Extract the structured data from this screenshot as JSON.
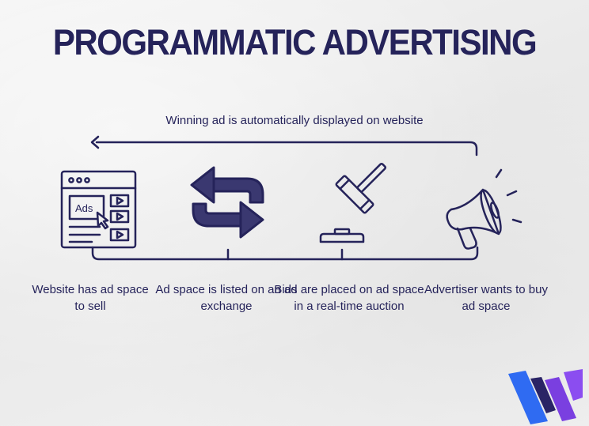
{
  "title": "PROGRAMMATIC ADVERTISING",
  "loop_label": "Winning ad is automatically displayed on website",
  "steps": [
    {
      "label": "Website has ad space to sell",
      "icon": "website-ads-icon",
      "ads_text": "Ads"
    },
    {
      "label": "Ad space is listed on an ad exchange",
      "icon": "exchange-arrows-icon"
    },
    {
      "label": "Bids are placed on ad space in a real-time auction",
      "icon": "gavel-icon"
    },
    {
      "label": "Advertiser wants to buy ad space",
      "icon": "megaphone-icon"
    }
  ],
  "colors": {
    "ink": "#25235a",
    "logo_blue": "#2f6bf2",
    "logo_purple": "#7a3fe0",
    "logo_dark": "#2a2466"
  }
}
